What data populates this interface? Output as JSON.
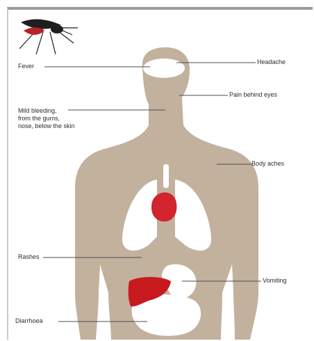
{
  "colors": {
    "body": "#c2b19d",
    "organs": "#ffffff",
    "heart": "#d1242c",
    "liver": "#c8191f",
    "leader": "#4d4d4d",
    "mosquito_body": "#1e1e1e",
    "mosquito_abdomen": "#b8222a"
  },
  "icons": {
    "vector": "mosquito-icon"
  },
  "labels": {
    "fever": "Fever",
    "headache": "Headache",
    "pain_behind_eyes": "Pain behind eyes",
    "bleeding": "Mild bleeding,\nfrom the gums,\nnose, below the skin",
    "body_aches": "Body aches",
    "rashes": "Rashes",
    "vomiting": "Vomiting",
    "diarrhoea": "Diarrhoea"
  }
}
